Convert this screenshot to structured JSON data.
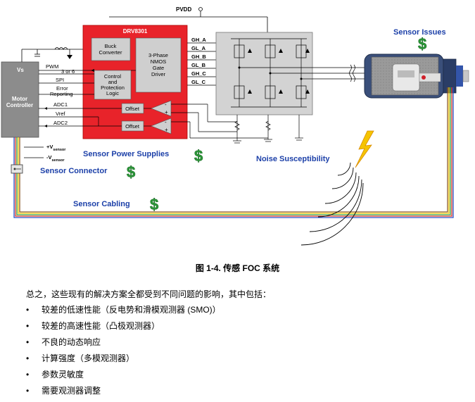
{
  "figure": {
    "pvdd": "PVDD",
    "vs": "Vs",
    "motor_controller": [
      "Motor",
      "Controller"
    ],
    "drv": "DRV8301",
    "buck": [
      "Buck",
      "Converter"
    ],
    "control": [
      "Control",
      "and",
      "Protection",
      "Logic"
    ],
    "gate_driver": [
      "3-Phase",
      "NMOS",
      "Gate",
      "Driver"
    ],
    "outputs": [
      "GH_A",
      "GL_A",
      "GH_B",
      "GL_B",
      "GH_C",
      "GL_C"
    ],
    "signals": {
      "pwm": "PWM",
      "three_or_six": "3 or 6",
      "spi": "SPI",
      "error": [
        "Error",
        "Reporting"
      ],
      "adc1": "ADC1",
      "vref": "Vref",
      "adc2": "ADC2"
    },
    "offset": "Offset",
    "plus": "+",
    "minus": "-",
    "vsensor_plus": "+V",
    "vsensor_minus": "-V",
    "vsensor_sub": "sensor",
    "dollar": "$",
    "issues": {
      "sensor_issues": "Sensor Issues",
      "sensor_power": "Sensor Power Supplies",
      "sensor_connector": "Sensor Connector",
      "sensor_cabling": "Sensor Cabling",
      "noise": "Noise Susceptibility"
    },
    "colors": {
      "drv_red": "#e8232a",
      "controller_gray": "#8c8c8c",
      "issue_blue": "#1b3fa8",
      "dollar_green": "#2d9a3a",
      "bolt_yellow": "#f5c400"
    }
  },
  "caption": "图 1-4. 传感 FOC 系统",
  "text": {
    "intro": "总之，这些现有的解决方案全都受到不同问题的影响，其中包括：",
    "bullet_glyph": "•",
    "bullets": [
      "较差的低速性能（反电势和滑模观测器 (SMO)）",
      "较差的高速性能（凸极观测器）",
      "不良的动态响应",
      "计算强度（多模观测器）",
      "参数灵敏度",
      "需要观测器调整"
    ]
  }
}
